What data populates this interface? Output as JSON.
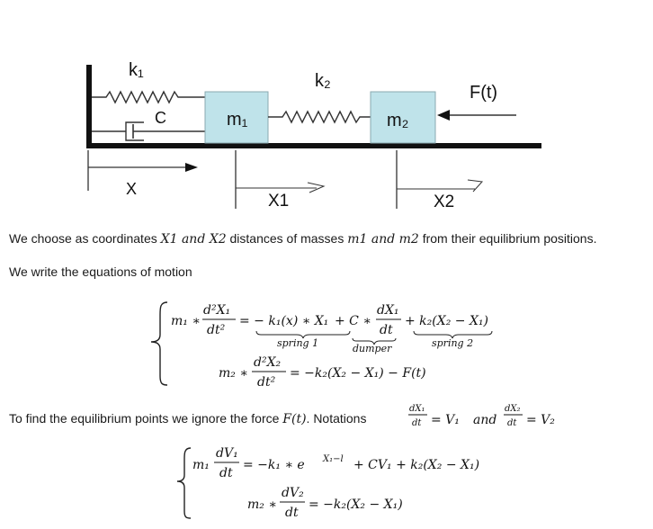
{
  "diagram": {
    "labels": {
      "k1": "k₁",
      "c": "C",
      "k2": "k₂",
      "force": "F(t)",
      "m1": "m₁",
      "m2": "m₂",
      "x": "X",
      "x1": "X1",
      "x2": "X2"
    }
  },
  "text": {
    "p1_prefix": "We choose as coordinates ",
    "p1_math_a": "X1 and X2",
    "p1_mid": " distances of masses ",
    "p1_math_b": "m1 and m2",
    "p1_suffix": " from their equilibrium positions.",
    "p2": "We write the equations of motion",
    "p3_prefix": "To find the equilibrium points we ignore the force ",
    "p3_math": "F(t)",
    "p3_suffix": ". Notations"
  },
  "equations": {
    "eq1": {
      "lhs_coef": "m₁ ∗",
      "lhs_num": "d²X₁",
      "lhs_den": "dt²",
      "term_spring1": "= − k₁(x) ∗ X₁",
      "plus_c": "+ C ∗",
      "frac_num": "dX₁",
      "frac_den": "dt",
      "term_spring2": "+ k₂(X₂ − X₁)",
      "label_spring1": "spring 1",
      "label_dumper": "dumper",
      "label_spring2": "spring 2"
    },
    "eq2": {
      "lhs_coef": "m₂ ∗",
      "lhs_num": "d²X₂",
      "lhs_den": "dt²",
      "rhs": "= −k₂(X₂ − X₁) − F(t)"
    },
    "notation": {
      "n1_num": "dX₁",
      "n1_den": "dt",
      "n1_rhs": "= V₁",
      "and": "and",
      "n2_num": "dX₂",
      "n2_den": "dt",
      "n2_rhs": "= V₂"
    },
    "eq3": {
      "lhs_coef": "m₁",
      "lhs_num": "dV₁",
      "lhs_den": "dt",
      "rhs_a": "= −k₁ ∗ e",
      "rhs_exp": "X₁−l",
      "rhs_b": "+ CV₁ + k₂(X₂ − X₁)"
    },
    "eq4": {
      "lhs_coef": "m₂ ∗",
      "lhs_num": "dV₂",
      "lhs_den": "dt",
      "rhs": "= −k₂(X₂ − X₁)"
    }
  }
}
